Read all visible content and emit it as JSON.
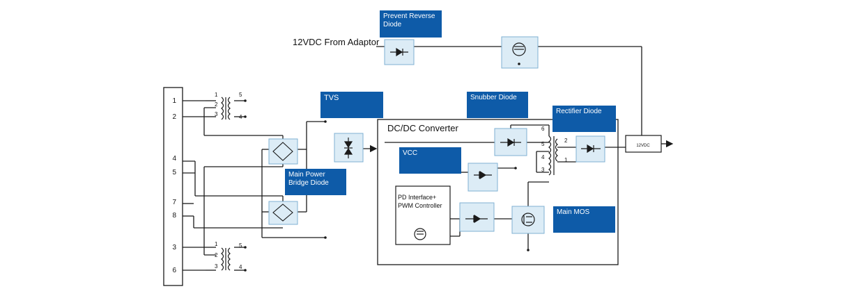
{
  "labels": {
    "prevent_reverse_diode": "Prevent Reverse Diode",
    "adaptor_input": "12VDC From Adaptor",
    "tvs": "TVS",
    "snubber_diode": "Snubber Diode",
    "rectifier_diode": "Rectifier Diode",
    "dc_dc_converter": "DC/DC Converter",
    "vcc": "VCC",
    "main_power_bridge_diode": "Main Power Bridge Diode",
    "pd_interface": "PD Interface+ PWM Controller",
    "main_mos": "Main MOS",
    "output_12vdc": "12VDC"
  },
  "connector_pins": [
    "1",
    "2",
    "4",
    "5",
    "7",
    "8",
    "3",
    "6"
  ],
  "transformer_pins": {
    "top": [
      "1",
      "2",
      "3",
      "5",
      "4"
    ],
    "bottom": [
      "1",
      "2",
      "3",
      "5",
      "4"
    ],
    "flyback": [
      "6",
      "5",
      "4",
      "3",
      "2",
      "1"
    ]
  },
  "colors": {
    "label_fill": "#0e5ba8",
    "component_fill": "#dcecf6",
    "component_stroke": "#7fb0d3",
    "wire": "#1a1a1a"
  }
}
